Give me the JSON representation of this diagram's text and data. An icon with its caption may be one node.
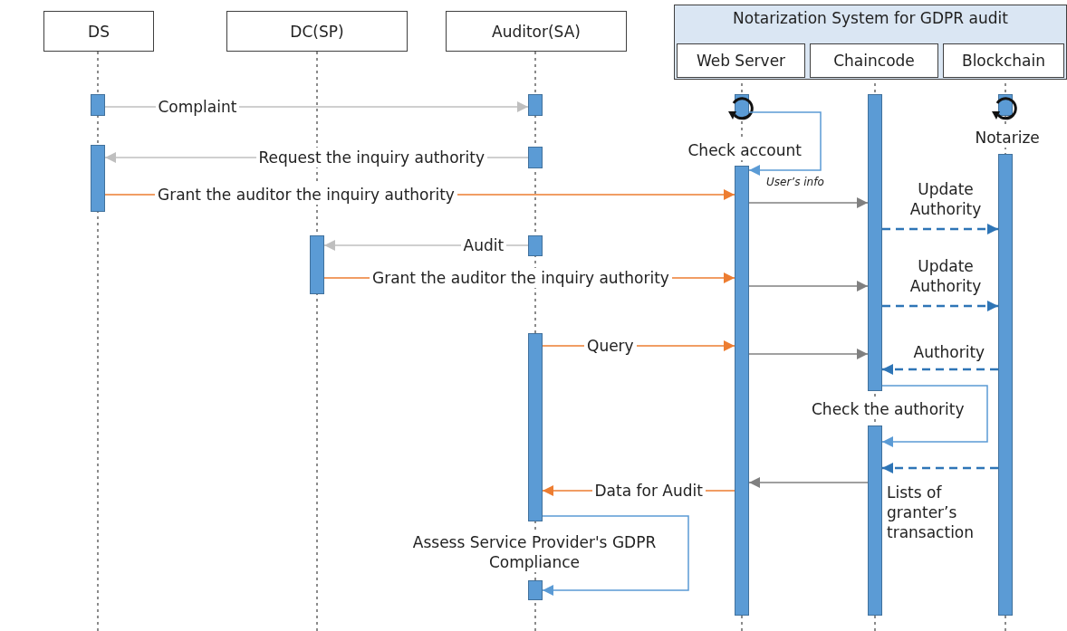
{
  "diagram": {
    "nodes": [
      {
        "text": [
          "DS"
        ]
      },
      {
        "text": [
          "DC(SP)"
        ]
      },
      {
        "text": [
          "Auditor(SA)"
        ]
      },
      {
        "text": [
          "Notarization System for GDPR audit"
        ]
      },
      {
        "text": [
          "Web Server"
        ],
        "in": 3
      },
      {
        "text": [
          "Chaincode"
        ],
        "in": 3
      },
      {
        "text": [
          "Blockchain"
        ],
        "in": 3
      },
      {
        "text": [],
        "shape": "bar"
      },
      {
        "text": [],
        "shape": "bar"
      },
      {
        "text": [],
        "shape": "bar"
      },
      {
        "text": [],
        "shape": "bar"
      },
      {
        "text": [],
        "shape": "bar"
      },
      {
        "text": [],
        "shape": "bar"
      },
      {
        "text": [],
        "shape": "bar"
      },
      {
        "text": [],
        "shape": "bar"
      },
      {
        "text": [],
        "shape": "bar"
      },
      {
        "text": [],
        "shape": "bar"
      },
      {
        "text": [],
        "shape": "bar"
      },
      {
        "text": [],
        "shape": "bar"
      },
      {
        "text": [],
        "shape": "bar"
      },
      {
        "text": [],
        "shape": "bar"
      }
    ],
    "edges": [
      {
        "from": 7,
        "to": 10,
        "arrow": "to",
        "label": "Complaint",
        "color": "#bfbfbf"
      },
      {
        "from": 11,
        "to": 8,
        "arrow": "to",
        "label": "Request the inquiry authority",
        "color": "#bfbfbf"
      },
      {
        "from": 8,
        "to": 16,
        "arrow": "to",
        "label": "Grant the auditor the inquiry authority",
        "color": "#ed7d31"
      },
      {
        "from": 16,
        "to": 17,
        "arrow": "to",
        "color": "#808080"
      },
      {
        "from": 17,
        "to": 20,
        "arrow": "to",
        "label": "Update Authority",
        "style": "dashed",
        "color": "#2e75b6"
      },
      {
        "from": 12,
        "to": 9,
        "arrow": "to",
        "label": "Audit",
        "color": "#bfbfbf"
      },
      {
        "from": 9,
        "to": 16,
        "arrow": "to",
        "label": "Grant the auditor the inquiry authority",
        "color": "#ed7d31"
      },
      {
        "from": 16,
        "to": 17,
        "arrow": "to",
        "color": "#808080"
      },
      {
        "from": 17,
        "to": 20,
        "arrow": "to",
        "label": "Update Authority",
        "style": "dashed",
        "color": "#2e75b6"
      },
      {
        "from": 13,
        "to": 16,
        "arrow": "to",
        "label": "Query",
        "color": "#ed7d31"
      },
      {
        "from": 16,
        "to": 17,
        "arrow": "to",
        "color": "#808080"
      },
      {
        "from": 20,
        "to": 17,
        "arrow": "to",
        "label": "Authority",
        "style": "dashed",
        "color": "#2e75b6"
      },
      {
        "from": 20,
        "to": 18,
        "arrow": "to",
        "label": "Lists of granter’s transaction",
        "style": "dashed",
        "color": "#2e75b6"
      },
      {
        "from": 18,
        "to": 16,
        "arrow": "to",
        "color": "#808080"
      },
      {
        "from": 16,
        "to": 13,
        "arrow": "to",
        "label": "Data for Audit",
        "color": "#ed7d31"
      },
      {
        "from": 15,
        "to": 16,
        "arrow": "to",
        "label": "Check account",
        "color": "#5b9bd5"
      },
      {
        "from": 17,
        "to": 18,
        "arrow": "to",
        "label": "Check the authority",
        "color": "#5b9bd5"
      },
      {
        "from": 13,
        "to": 14,
        "arrow": "to",
        "label": "Assess Service Provider's GDPR Compliance",
        "color": "#5b9bd5"
      }
    ],
    "labels": [
      "Notarize",
      "User’s info"
    ]
  }
}
